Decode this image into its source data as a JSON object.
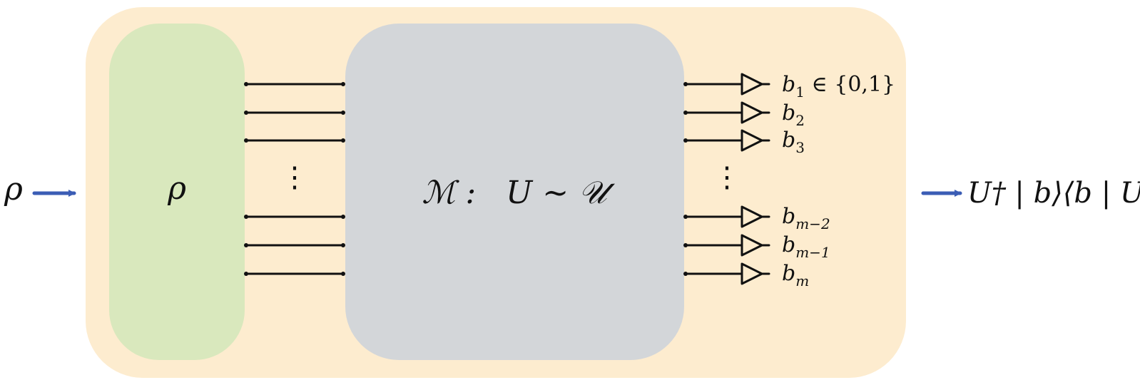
{
  "input": {
    "label": "ρ"
  },
  "state_box": {
    "label": "ρ"
  },
  "measurement_box": {
    "label": "ℳ :   U ∼ 𝒰"
  },
  "inner_dots": "⋮",
  "outputs": [
    {
      "base": "b",
      "sub": "1",
      "suffix": " ∈ {0,1}"
    },
    {
      "base": "b",
      "sub": "2",
      "suffix": ""
    },
    {
      "base": "b",
      "sub": "3",
      "suffix": ""
    },
    {
      "base": "b",
      "sub": "m−2",
      "suffix": ""
    },
    {
      "base": "b",
      "sub": "m−1",
      "suffix": ""
    },
    {
      "base": "b",
      "sub": "m",
      "suffix": ""
    }
  ],
  "output_dots": "⋮",
  "result": {
    "label": "U† | b⟩⟨b | U"
  },
  "colors": {
    "outer_box": "#fdeccf",
    "state_box": "#d9e8bd",
    "measurement_box": "#d3d6d9",
    "arrow": "#3b5db5",
    "wire": "#111111"
  }
}
